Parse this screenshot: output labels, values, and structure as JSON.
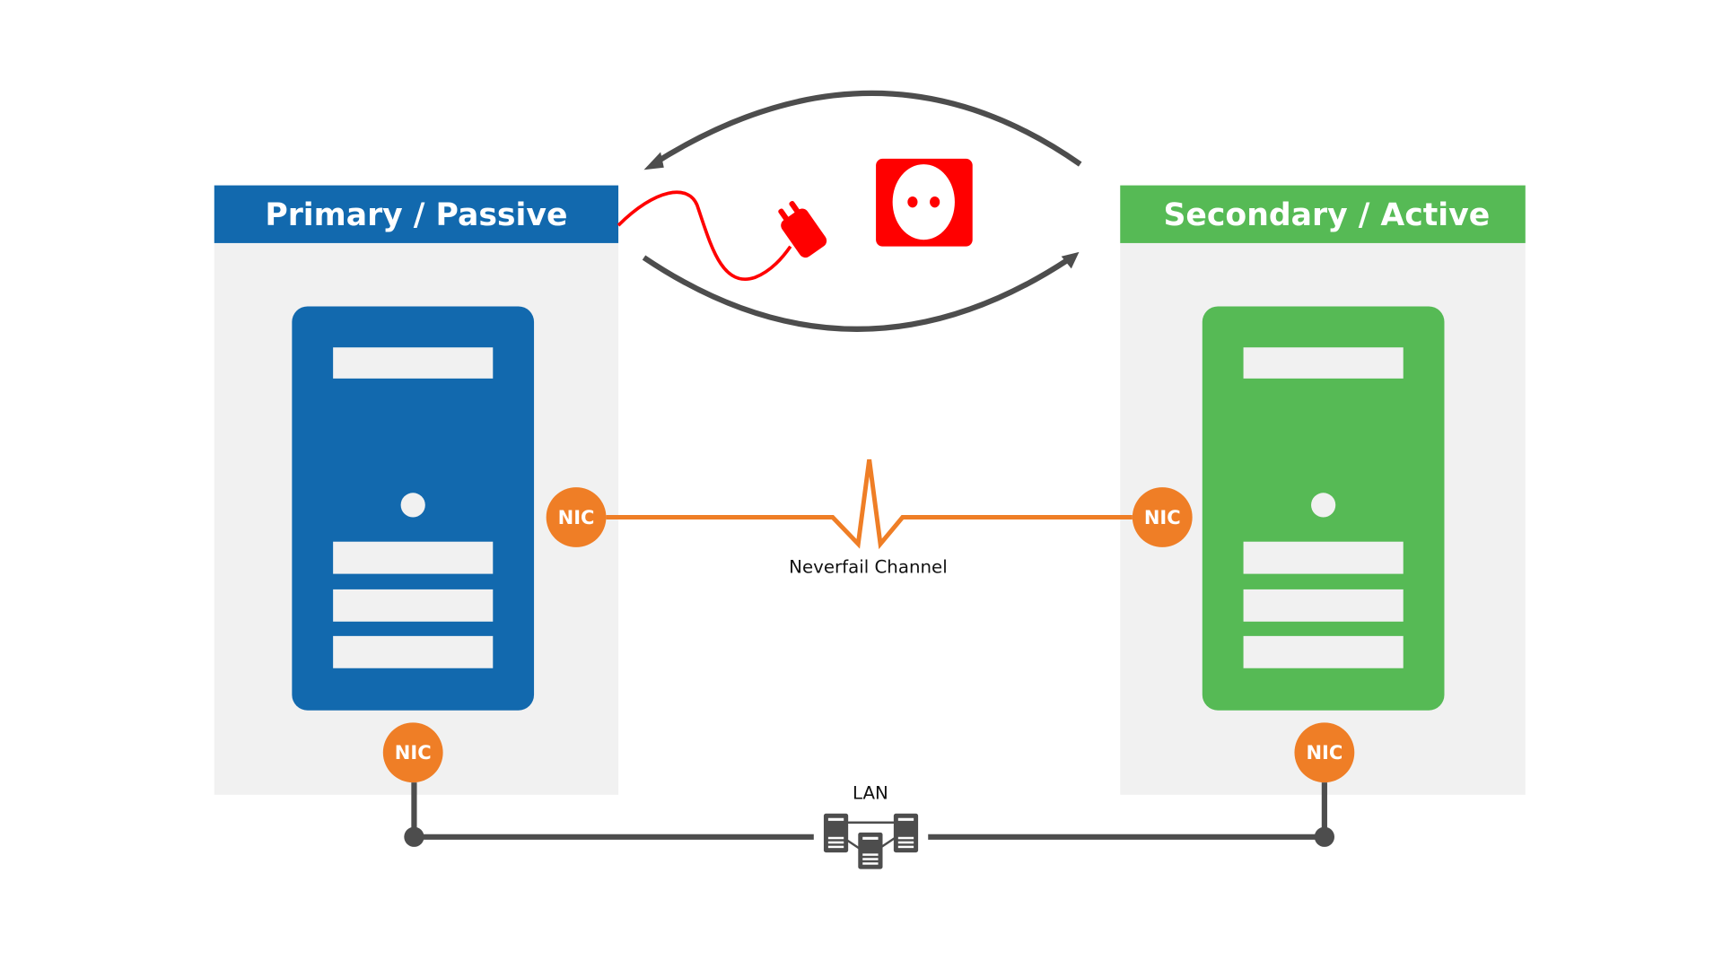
{
  "colors": {
    "primary": "#1269AE",
    "secondary": "#56BA55",
    "panel_bg": "#F1F1F1",
    "nic": "#EF7E26",
    "channel": "#EF7E26",
    "arrow": "#4D4D4D",
    "power": "#FF0000",
    "slot": "#F1F1F1"
  },
  "nodes": {
    "primary": {
      "title": "Primary / Passive",
      "role": "passive"
    },
    "secondary": {
      "title": "Secondary / Active",
      "role": "active"
    }
  },
  "nic_label": "NIC",
  "channel_label": "Neverfail Channel",
  "lan_label": "LAN",
  "icons": {
    "failover_top_arrow": "arrow-left-curved-icon",
    "failover_bottom_arrow": "arrow-right-curved-icon",
    "plug": "power-plug-icon",
    "socket": "power-socket-icon",
    "lan": "network-servers-icon"
  }
}
